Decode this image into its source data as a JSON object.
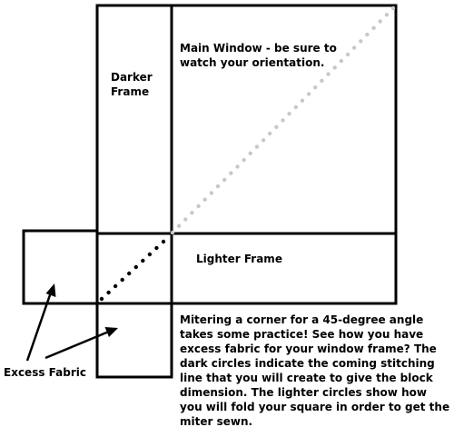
{
  "labels": {
    "main_window": "Main Window - be sure to watch your orientation.",
    "darker_frame": "Darker Frame",
    "lighter_frame": "Lighter Frame",
    "excess_fabric": "Excess Fabric",
    "description": "Mitering a corner for a 45-degree angle takes some practice!  See how you have excess fabric for your window frame?  The dark circles indicate the coming stitching line that you will create to give the block dimension.  The lighter circles show how you will fold your square in order to get the miter sewn."
  },
  "colors": {
    "outline": "#000000",
    "dark_circles": "#000000",
    "light_circles": "#c8c8c8",
    "background": "#ffffff"
  }
}
